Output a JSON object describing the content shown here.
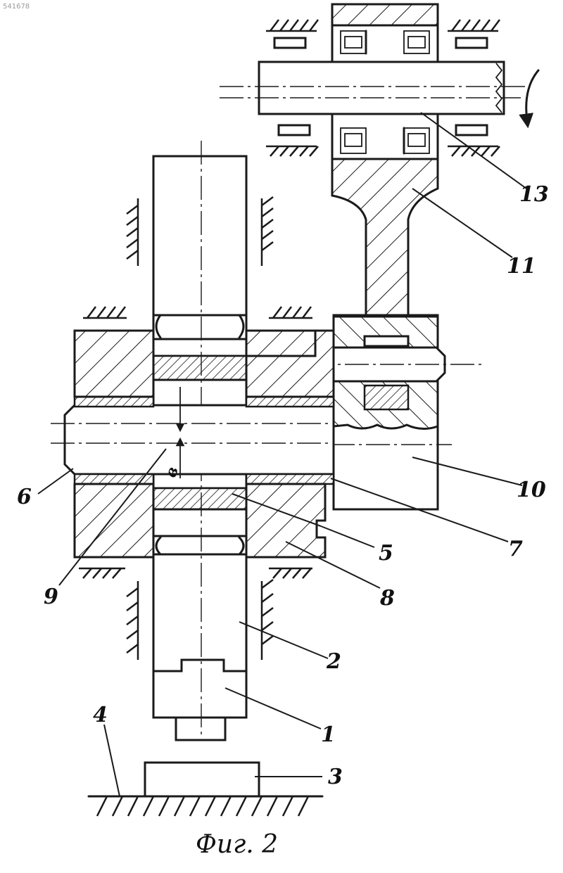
{
  "document_id": "541678",
  "caption": "Фиг. 2",
  "gap_symbol": "в",
  "labels": {
    "l1": "1",
    "l2": "2",
    "l3": "3",
    "l4": "4",
    "l5": "5",
    "l6": "6",
    "l7": "7",
    "l8": "8",
    "l9": "9",
    "l10": "10",
    "l11": "11",
    "l13": "13"
  }
}
